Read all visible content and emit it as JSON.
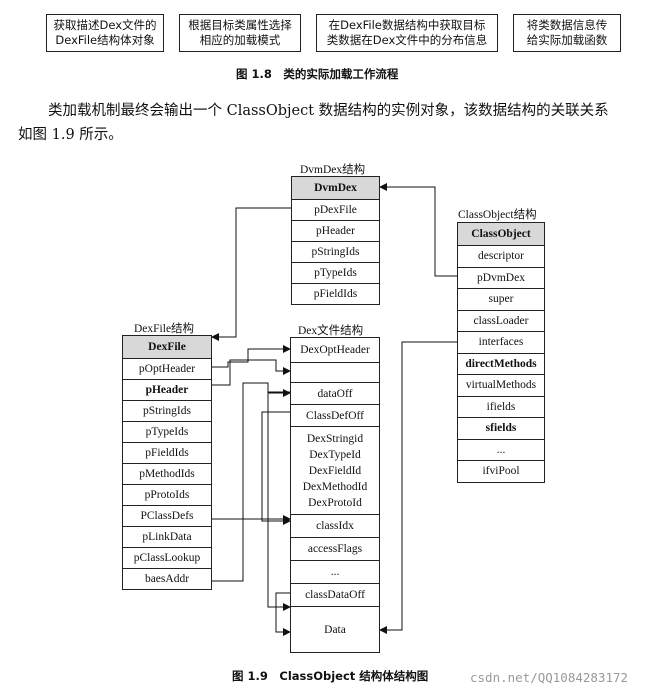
{
  "flow": {
    "boxes": [
      [
        "获取描述Dex文件的",
        "DexFile结构体对象"
      ],
      [
        "根据目标类属性选择",
        "相应的加载模式"
      ],
      [
        "在DexFile数据结构中获取目标",
        "类数据在Dex文件中的分布信息"
      ],
      [
        "将类数据信息传",
        "给实际加载函数"
      ]
    ],
    "caption": "图 1.8　类的实际加载工作流程"
  },
  "paragraph": {
    "line1": "类加载机制最终会输出一个 ClassObject 数据结构的实例对象，该数据结构的关联关系",
    "line2": "如图 1.9 所示。"
  },
  "dvmdex": {
    "title": "DvmDex结构",
    "cells": [
      "DvmDex",
      "pDexFile",
      "pHeader",
      "pStringIds",
      "pTypeIds",
      "pFieldIds"
    ]
  },
  "classobject": {
    "title": "ClassObject结构",
    "cells": [
      "ClassObject",
      "descriptor",
      "pDvmDex",
      "super",
      "classLoader",
      "interfaces",
      "directMethods",
      "virtualMethods",
      "ifields",
      "sfields",
      "...",
      "ifviPool"
    ]
  },
  "dexfile": {
    "title": "DexFile结构",
    "cells": [
      "DexFile",
      "pOptHeader",
      "pHeader",
      "pStringIds",
      "pTypeIds",
      "pFieldIds",
      "pMethodIds",
      "pProtoIds",
      "PClassDefs",
      "pLinkData",
      "pClassLookup",
      "baesAddr"
    ]
  },
  "dexfilestruct": {
    "title": "Dex文件结构",
    "cells": [
      "DexOptHeader",
      "",
      "dataOff",
      "ClassDefOff",
      [
        "DexStringid",
        "DexTypeId",
        "DexFieldId",
        "DexMethodId",
        "DexProtoId"
      ],
      "classIdx",
      "accessFlags",
      "...",
      "classDataOff",
      "Data"
    ]
  },
  "figure_caption": "图 1.9　ClassObject 结构体结构图",
  "watermark": "csdn.net/QQ1084283172"
}
